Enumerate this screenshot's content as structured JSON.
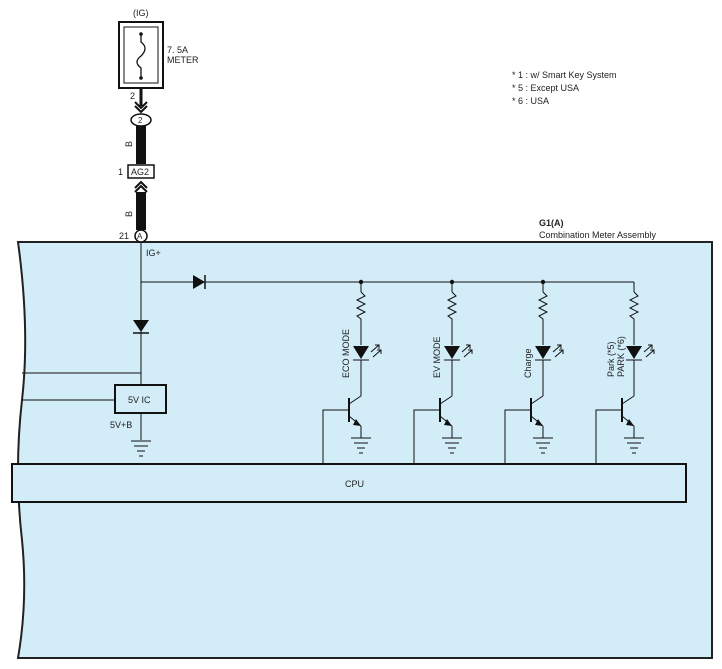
{
  "fuse": {
    "supply_label": "(IG)",
    "rating": "7. 5A",
    "name": "METER"
  },
  "notes": [
    "* 1 : w/ Smart Key System",
    "* 5 : Except USA",
    "* 6 : USA"
  ],
  "wiring": {
    "fuse_pin": "2",
    "splice_top": "2",
    "wire_color_1": "B",
    "connector_pin": "1",
    "connector_name": "AG2",
    "wire_color_2": "B",
    "meter_pin": "21",
    "meter_connector": "A"
  },
  "assembly": {
    "code": "G1(A)",
    "name": "Combination Meter Assembly",
    "ig_terminal": "IG+",
    "regulator": "5V IC",
    "supply_label": "5V+B",
    "cpu_label": "CPU",
    "background_color": "#d2ecf8"
  },
  "indicators": [
    {
      "label": "ECO MODE"
    },
    {
      "label": "EV MODE"
    },
    {
      "label": "Charge"
    },
    {
      "label": "Park (*5)",
      "label2": "PARK (*6)"
    }
  ]
}
